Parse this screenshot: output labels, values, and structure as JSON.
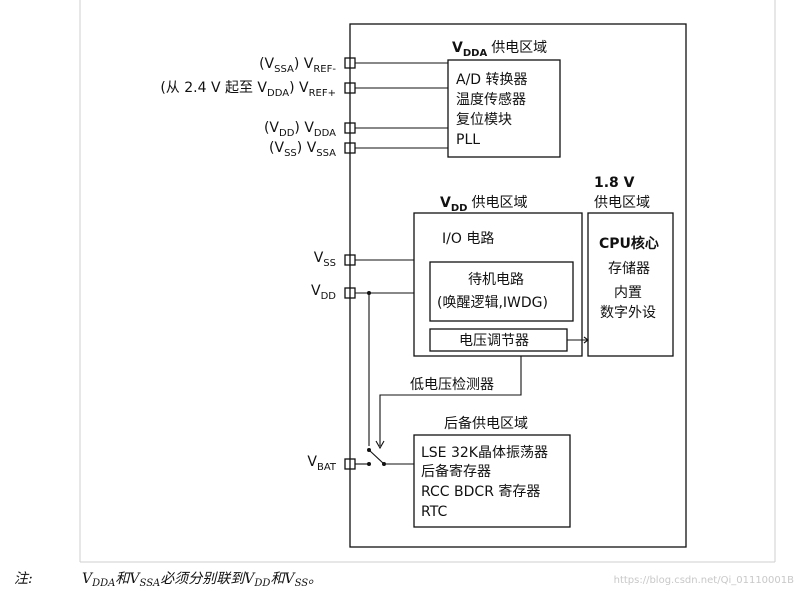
{
  "domains": {
    "vdda": {
      "title_main": "V",
      "title_sub": "DDA",
      "title_rest": "供电区域",
      "items": [
        "A/D 转换器",
        "温度传感器",
        "复位模块",
        "PLL"
      ]
    },
    "vdd": {
      "title_main": "V",
      "title_sub": "DD",
      "title_rest": "供电区域",
      "io": "I/O 电路",
      "standby_line1": "待机电路",
      "standby_line2": "(唤醒逻辑,IWDG)",
      "regulator": "电压调节器"
    },
    "v18": {
      "title_line1": "1.8 V",
      "title_line2": "供电区域",
      "cpu": "CPU核心",
      "memory": "存储器",
      "periph_line1": "内置",
      "periph_line2": "数字外设"
    },
    "backup": {
      "title": "后备供电区域",
      "items": [
        "LSE 32K晶体振荡器",
        "后备寄存器",
        "RCC BDCR 寄存器",
        "RTC"
      ]
    }
  },
  "detector_label": "低电压检测器",
  "pins": {
    "vref_minus": {
      "paren_pre": "(V",
      "paren_sub": "SSA",
      "paren_post": ") ",
      "main": "V",
      "sub": "REF-"
    },
    "vref_plus": {
      "paren_pre": "(从 2.4 V 起至 V",
      "paren_sub": "DDA",
      "paren_post": ") ",
      "main": "V",
      "sub": "REF+"
    },
    "vdda": {
      "paren_pre": "(V",
      "paren_sub": "DD",
      "paren_post": ") ",
      "main": "V",
      "sub": "DDA"
    },
    "vssa": {
      "paren_pre": "(V",
      "paren_sub": "SS",
      "paren_post": ") ",
      "main": "V",
      "sub": "SSA"
    },
    "vss": {
      "main": "V",
      "sub": "SS"
    },
    "vdd": {
      "main": "V",
      "sub": "DD"
    },
    "vbat": {
      "main": "V",
      "sub": "BAT"
    }
  },
  "note": {
    "label": "注:",
    "p1": "V",
    "s1": "DDA",
    "p2": "和V",
    "s2": "SSA",
    "p3": "必须分别联到V",
    "s3": "DD",
    "p4": "和V",
    "s4": "SS",
    "p5": "。"
  },
  "watermark": "https://blog.csdn.net/Qi_0111000​1B"
}
